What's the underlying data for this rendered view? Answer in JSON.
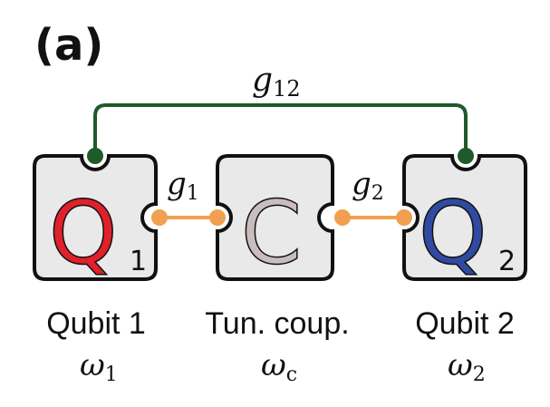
{
  "panel_label": "(a)",
  "couplings": {
    "direct": {
      "symbol": "g",
      "sub": "12"
    },
    "left": {
      "symbol": "g",
      "sub": "1"
    },
    "right": {
      "symbol": "g",
      "sub": "2"
    }
  },
  "nodes": [
    {
      "letter": "Q",
      "index": "1",
      "label": "Qubit 1",
      "freq_symbol": "ω",
      "freq_sub": "1",
      "letter_color": "#e0202a"
    },
    {
      "letter": "C",
      "index": "",
      "label": "Tun. coup.",
      "freq_symbol": "ω",
      "freq_sub": "c",
      "letter_color": "#c9bdbd"
    },
    {
      "letter": "Q",
      "index": "2",
      "label": "Qubit 2",
      "freq_symbol": "ω",
      "freq_sub": "2",
      "letter_color": "#2f4aa0"
    }
  ],
  "colors": {
    "box_fill": "#e9e9e9",
    "box_stroke": "#111111",
    "direct_link": "#1f5a2a",
    "near_link": "#f0a050"
  }
}
